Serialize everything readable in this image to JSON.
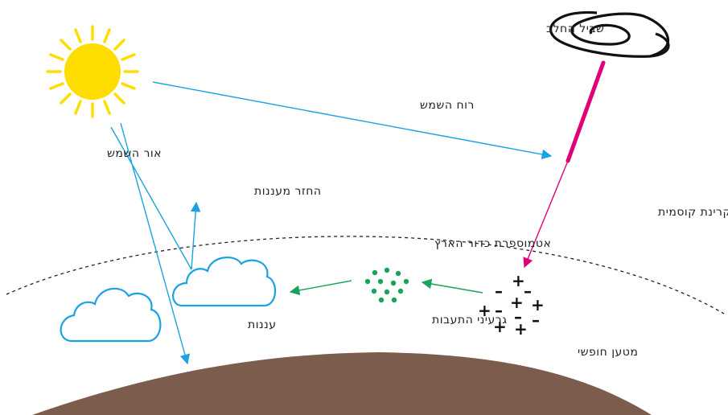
{
  "labels": {
    "milky_way": "שביל החלב",
    "solar_wind": "רוח השמש",
    "sunlight": "אור השמש",
    "cloud_reflection": "החזר מעננות",
    "cosmic_rays": "קרינת קוסמית",
    "atmosphere": "אטמוספרת כדור הארץ",
    "clouds": "עננות",
    "condensation_nuclei": "גרעיני התעבות",
    "free_charge": "מטען חופשי"
  },
  "charges": [
    "+",
    "–",
    "–",
    "+",
    "+",
    "+",
    "–",
    "+",
    "+",
    "–",
    "–"
  ],
  "colors": {
    "sun": "#ffdd00",
    "sun_rays": "#ffdd00",
    "arrow_blue": "#1aa3e0",
    "cosmic_ray": "#e0007a",
    "condensation": "#1aa35a",
    "earth": "#7b5c4d",
    "cloud_stroke": "#1aa3e0",
    "galaxy_stroke": "#111111",
    "atmosphere_line": "#222222"
  },
  "icons": {
    "sun": "sun-icon",
    "galaxy": "galaxy-icon",
    "cloud": "cloud-icon",
    "earth": "earth-surface"
  }
}
